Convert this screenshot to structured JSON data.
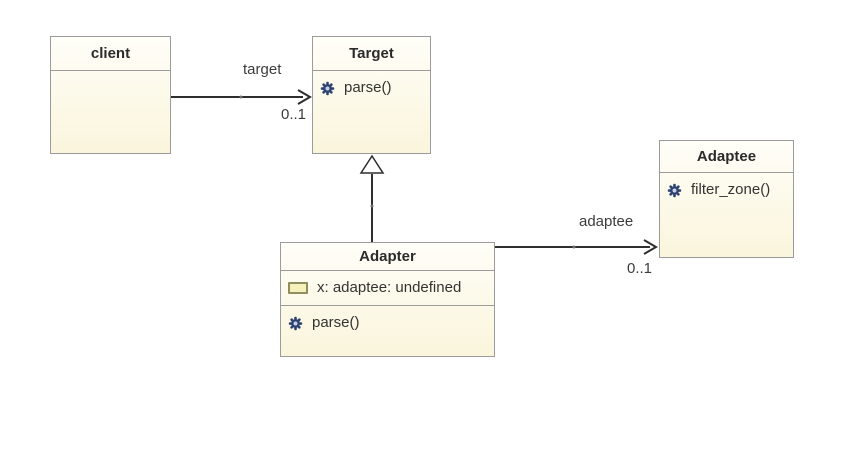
{
  "classes": {
    "client": {
      "name": "client"
    },
    "target": {
      "name": "Target",
      "methods": [
        {
          "label": "parse()"
        }
      ]
    },
    "adaptee": {
      "name": "Adaptee",
      "methods": [
        {
          "label": "filter_zone()"
        }
      ]
    },
    "adapter": {
      "name": "Adapter",
      "attributes": [
        {
          "label": "x: adaptee: undefined"
        }
      ],
      "methods": [
        {
          "label": "parse()"
        }
      ]
    }
  },
  "edges": {
    "client_to_target": {
      "kind": "association",
      "label": "target",
      "multiplicity": "0..1"
    },
    "adapter_to_target": {
      "kind": "generalization"
    },
    "adapter_to_adaptee": {
      "kind": "association",
      "label": "adaptee",
      "multiplicity": "0..1"
    }
  },
  "colors": {
    "class_fill_top": "#fffef8",
    "class_fill_bottom": "#faf5dc",
    "class_border": "#9b9b9b",
    "edge_stroke": "#2e2e2e",
    "text": "#333333",
    "title_text": "#2b2b2b",
    "label_text": "#3c3c3c",
    "method_icon": "#2e4372",
    "method_icon_center": "#c9d2e4",
    "attribute_icon_fill": "#f6f0bb",
    "attribute_icon_border": "#8e8e5e",
    "canvas_bg": "#ffffff"
  }
}
